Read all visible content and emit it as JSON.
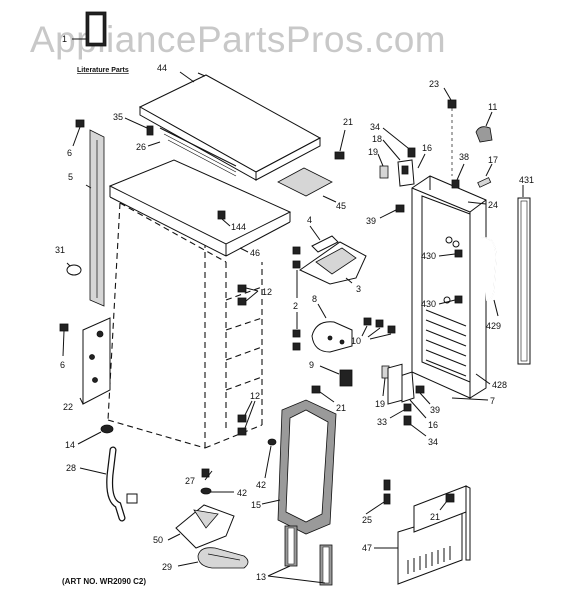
{
  "watermark": "AppliancePartsPros.com",
  "literature_label": "Literature Parts",
  "art_number": "(ART NO. WR2090 C2)",
  "callouts": {
    "c1": "1",
    "c44": "44",
    "c35": "35",
    "c26": "26",
    "c6a": "6",
    "c21a": "21",
    "c23": "23",
    "c11": "11",
    "c34a": "34",
    "c18": "18",
    "c19a": "19",
    "c16a": "16",
    "c38": "38",
    "c17": "17",
    "c24": "24",
    "c431": "431",
    "c45": "45",
    "c5": "5",
    "c39a": "39",
    "c144": "144",
    "c4": "4",
    "c46": "46",
    "c31": "31",
    "c430a": "430",
    "c3": "3",
    "c12a": "12",
    "c2": "2",
    "c8": "8",
    "c430b": "430",
    "c10": "10",
    "c429": "429",
    "c6b": "6",
    "c9": "9",
    "c428": "428",
    "c19b": "19",
    "c21b": "21",
    "c7": "7",
    "c39b": "39",
    "c22": "22",
    "c12b": "12",
    "c33": "33",
    "c16b": "16",
    "c34b": "34",
    "c14": "14",
    "c42a": "42",
    "c28": "28",
    "c27": "27",
    "c42b": "42",
    "c15": "15",
    "c25": "25",
    "c21c": "21",
    "c50": "50",
    "c47": "47",
    "c29": "29",
    "c13": "13"
  }
}
